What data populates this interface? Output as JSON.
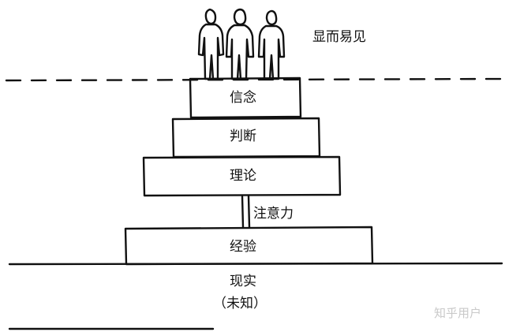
{
  "diagram": {
    "visible_label": "显而易见",
    "layers": [
      {
        "label": "信念"
      },
      {
        "label": "判断"
      },
      {
        "label": "理论"
      },
      {
        "label": "经验"
      }
    ],
    "connector_label": "注意力",
    "ground_label": "现实",
    "ground_sublabel": "（未知）"
  },
  "watermark": "知乎用户"
}
